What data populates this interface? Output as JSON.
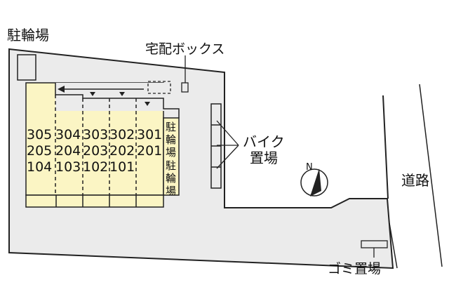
{
  "labels": {
    "parking_top_left": "駐輪場",
    "delivery_box": "宅配ボックス",
    "bike_parking": [
      "バイク",
      "置場"
    ],
    "road": "道路",
    "garbage": "ゴミ置場",
    "compass": "N"
  },
  "building": {
    "floors": [
      [
        "305",
        "304",
        "303",
        "302",
        "301"
      ],
      [
        "205",
        "204",
        "203",
        "202",
        "201"
      ],
      [
        "104",
        "103",
        "102",
        "101"
      ]
    ],
    "side_label_1": [
      "駐",
      "輪",
      "場"
    ],
    "side_label_2": [
      "駐",
      "輪",
      "場"
    ]
  },
  "colors": {
    "site": "#ebebeb",
    "building": "#fbf5c4",
    "line": "#222222",
    "background": "#ffffff"
  }
}
